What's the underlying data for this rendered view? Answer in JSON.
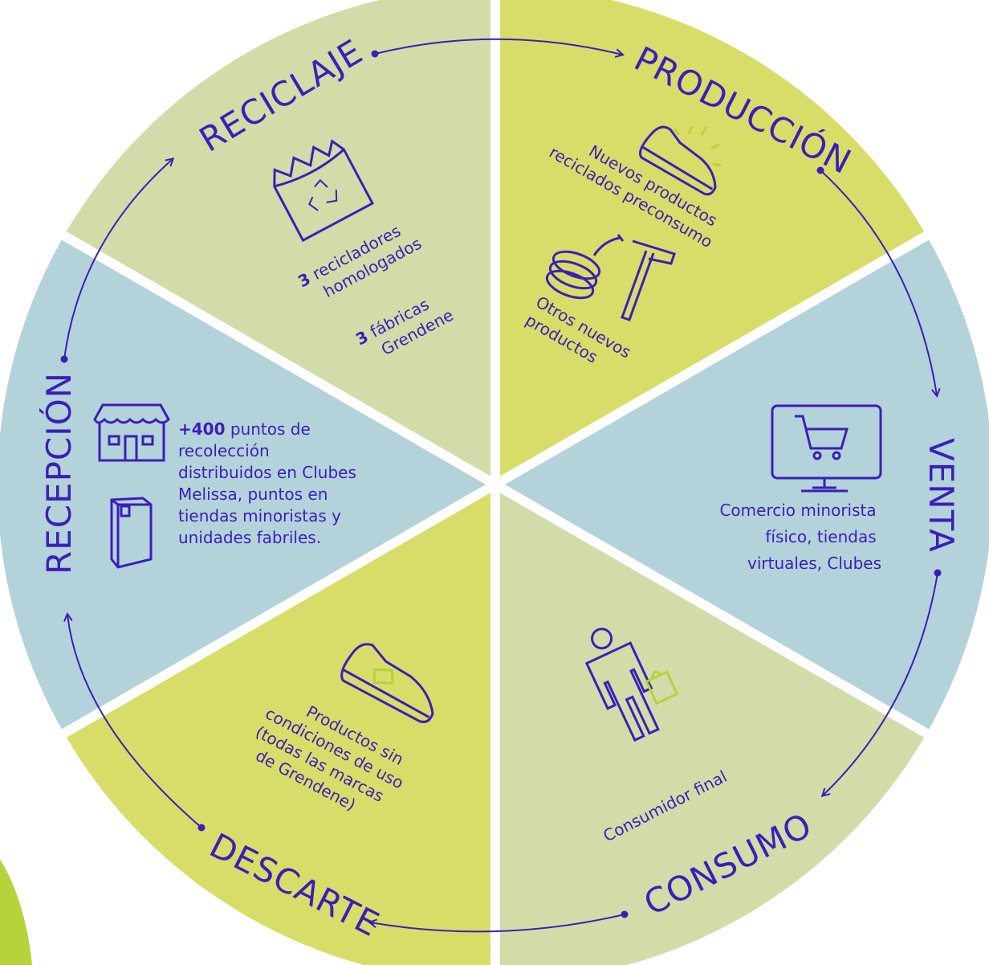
{
  "colors": {
    "green_light": "#d2dca9",
    "green_lime": "#d8dd6a",
    "blue_grey": "#b4d2da",
    "purple": "#3a1fb8",
    "accent_lime": "#b5d33a"
  },
  "stages": {
    "reciclaje": "RECICLAJE",
    "produccion": "PRODUCCIÓN",
    "venta": "VENTA",
    "consumo": "CONSUMO",
    "descarte": "DESCARTE",
    "recepcion": "RECEPCIÓN"
  },
  "segments": {
    "reciclaje": {
      "recicladores_num": "3",
      "recicladores_line1": "recicladores",
      "recicladores_line2": "homologados",
      "fabricas_num": "3",
      "fabricas_line1": "fábricas",
      "fabricas_line2": "Grendene",
      "icon": "recycle-material-icon"
    },
    "produccion": {
      "nuevos_line1": "Nuevos productos",
      "nuevos_line2": "reciclados preconsumo",
      "otros_line1": "Otros nuevos",
      "otros_line2": "productos",
      "icon_shoe": "new-shoe-icon",
      "icon_tools": "hose-and-hammer-icon"
    },
    "venta": {
      "line1": "Comercio minorista",
      "line2": "físico, tiendas",
      "line3": "virtuales, Clubes",
      "icon": "shopping-cart-monitor-icon"
    },
    "consumo": {
      "text": "Consumidor final",
      "icon": "consumer-with-bag-icon"
    },
    "descarte": {
      "line1": "Productos sin",
      "line2": "condiciones de uso",
      "line3": "(todas las marcas",
      "line4": "de Grendene)",
      "icon": "worn-shoe-icon"
    },
    "recepcion": {
      "num": "+400",
      "line1": "puntos de",
      "line2": "recolección",
      "line3": "distribuidos en Clubes",
      "line4": "Melissa, puntos en",
      "line5": "tiendas minoristas y",
      "line6": "unidades fabriles.",
      "icon_store": "store-icon",
      "icon_bin": "collection-bin-icon"
    }
  }
}
